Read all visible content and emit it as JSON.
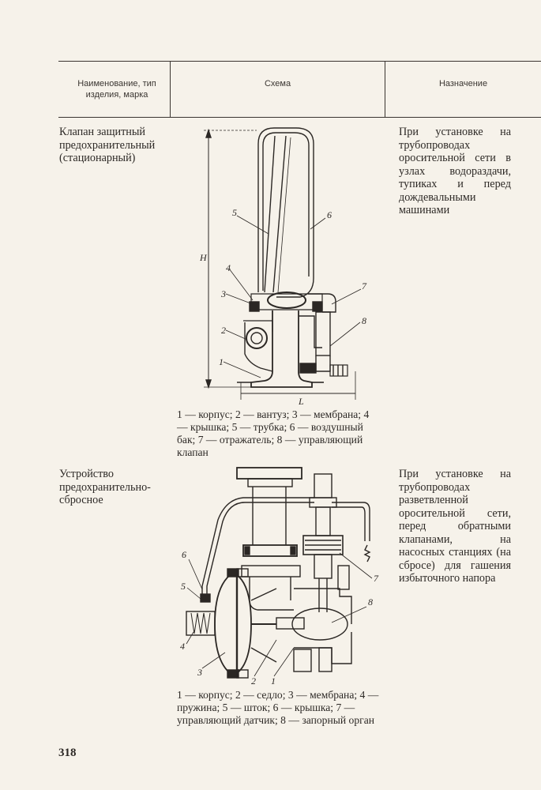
{
  "table": {
    "headers": {
      "name": "Наименование, тип изделия, марка",
      "scheme": "Схема",
      "purpose": "Назначение"
    }
  },
  "rows": [
    {
      "name": "Клапан защитный предохранительный (стационарный)",
      "caption": "1 — корпус; 2 — вантуз; 3 — мембрана; 4 — крышка; 5 — трубка; 6 — воздушный бак; 7 — отражатель; 8 — управляющий клапан",
      "purpose": "При установке на трубопроводах оросительной сети в узлах водораздачи, тупиках и перед дождевальными машинами",
      "dims": {
        "h": "H",
        "l": "L"
      },
      "labels": [
        "1",
        "2",
        "3",
        "4",
        "5",
        "6",
        "7",
        "8"
      ]
    },
    {
      "name": "Устройство предохранительно-сбросное",
      "caption": "1 — корпус; 2 — седло; 3 — мембрана; 4 — пружина; 5 — шток; 6 — крышка; 7 — управляющий датчик; 8 — запорный орган",
      "purpose": "При установке на трубопроводах разветвленной оросительной сети, перед обратными клапанами, на насосных станциях (на сбросе) для гашения избыточного напора",
      "labels": [
        "1",
        "2",
        "3",
        "4",
        "5",
        "6",
        "7",
        "8"
      ]
    }
  ],
  "page_number": "318"
}
